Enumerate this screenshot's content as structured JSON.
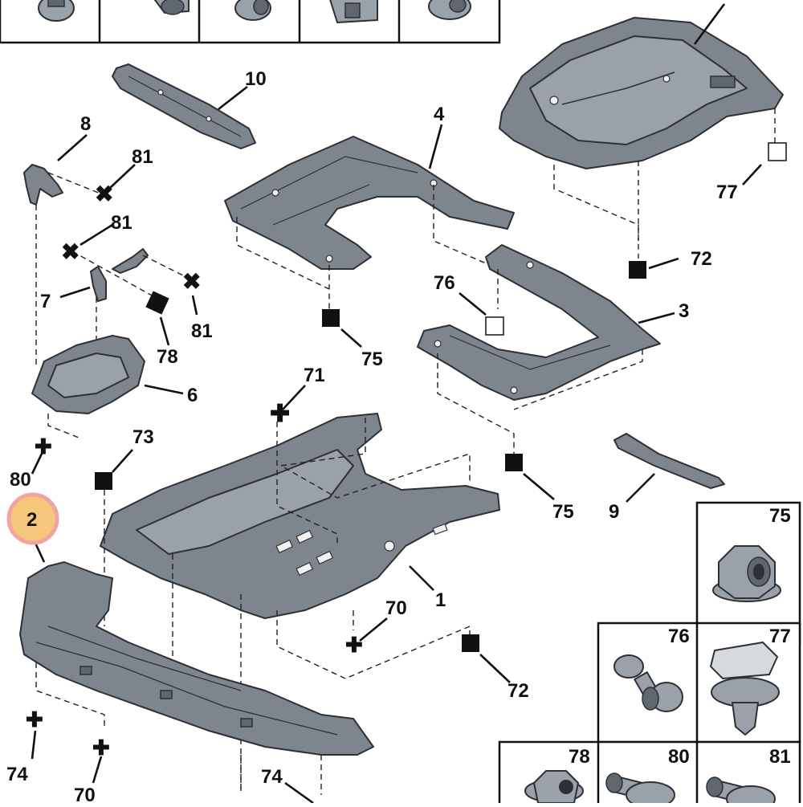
{
  "diagram": {
    "colors": {
      "part_fill": "#7e858c",
      "line": "#111111",
      "highlight_fill": "#f6c67a",
      "highlight_ring": "#f2a3a3"
    },
    "callouts": {
      "c10": "10",
      "c8": "8",
      "c81a": "81",
      "c4": "4",
      "c81b": "81",
      "c81c": "81",
      "c7": "7",
      "c78": "78",
      "c77": "77",
      "c72a": "72",
      "c76": "76",
      "c75a": "75",
      "c3": "3",
      "c6": "6",
      "c71": "71",
      "c73": "73",
      "c80": "80",
      "c75b": "75",
      "c9": "9",
      "c2": "2",
      "c1": "1",
      "c70a": "70",
      "c72b": "72",
      "c74a": "74",
      "c70b": "70",
      "c74b": "74"
    },
    "fastener_boxes": {
      "b75": "75",
      "b76": "76",
      "b77": "77",
      "b78": "78",
      "b80": "80",
      "b81": "81"
    },
    "top_strip_icons": [
      "clip-icon",
      "clip-icon",
      "clip-icon",
      "clip-icon",
      "clip-icon"
    ]
  }
}
